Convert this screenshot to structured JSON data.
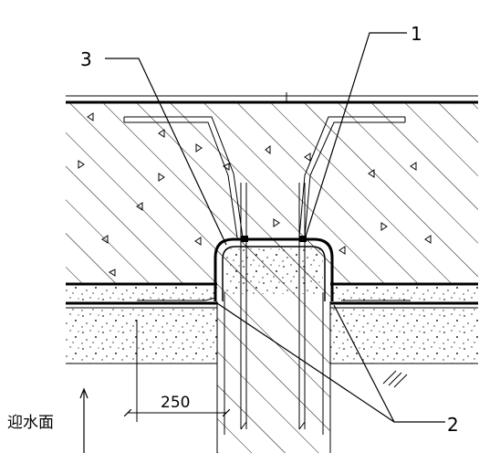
{
  "callouts": {
    "label_1": "1",
    "label_2": "2",
    "label_3": "3"
  },
  "dimension": {
    "width_value": "250"
  },
  "side_label": "迎水面"
}
